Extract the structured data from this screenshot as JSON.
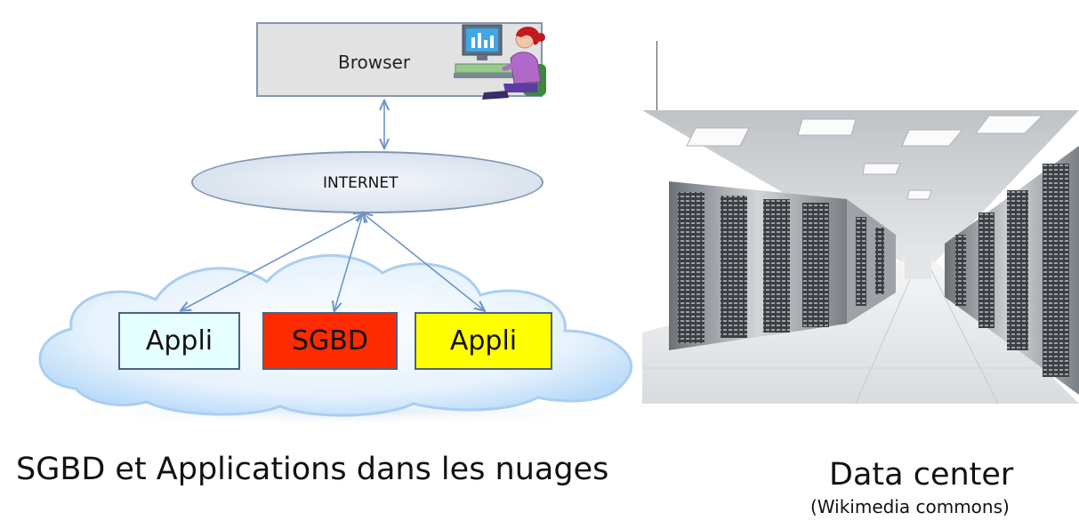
{
  "diagram": {
    "browser_label": "Browser",
    "internet_label": "INTERNET",
    "boxes": [
      {
        "label": "Appli",
        "color": "#e6ffff"
      },
      {
        "label": "SGBD",
        "color": "#ff2a00"
      },
      {
        "label": "Appli",
        "color": "#ffff00"
      }
    ],
    "icons": [
      "user-at-computer-icon",
      "cloud-shape",
      "data-center-photo"
    ]
  },
  "captions": {
    "left": "SGBD et Applications dans les nuages",
    "right": "Data center",
    "credit": "(Wikimedia commons)"
  },
  "colors": {
    "arrow": "#6f95c8",
    "cloud_fill": "#cfe6fb",
    "cloud_edge": "#a9cef2"
  }
}
